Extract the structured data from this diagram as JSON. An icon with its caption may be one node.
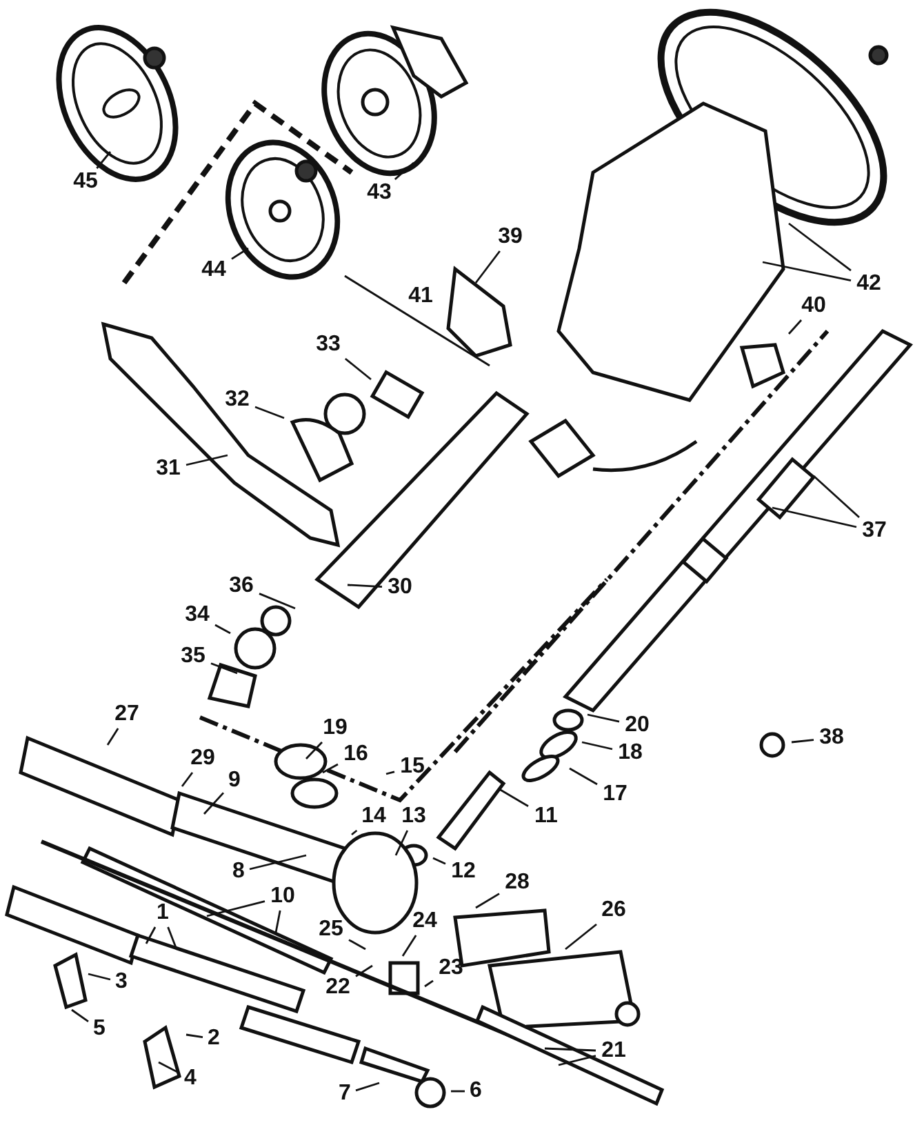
{
  "diagram": {
    "nodes": [
      {
        "text": [
          "45"
        ]
      },
      {
        "text": [
          "43"
        ]
      },
      {
        "text": [
          "44"
        ]
      },
      {
        "text": [
          "39"
        ]
      },
      {
        "text": [
          "42"
        ]
      },
      {
        "text": [
          "40"
        ]
      },
      {
        "text": [
          "33"
        ]
      },
      {
        "text": [
          "32"
        ]
      },
      {
        "text": [
          "31"
        ]
      },
      {
        "text": [
          "30"
        ]
      },
      {
        "text": [
          "37"
        ]
      },
      {
        "text": [
          "36"
        ]
      },
      {
        "text": [
          "34"
        ]
      },
      {
        "text": [
          "35"
        ]
      },
      {
        "text": [
          "20"
        ]
      },
      {
        "text": [
          "38"
        ]
      },
      {
        "text": [
          "27"
        ]
      },
      {
        "text": [
          "19"
        ]
      },
      {
        "text": [
          "16"
        ]
      },
      {
        "text": [
          "18"
        ]
      },
      {
        "text": [
          "15"
        ]
      },
      {
        "text": [
          "29"
        ]
      },
      {
        "text": [
          "9"
        ]
      },
      {
        "text": [
          "17"
        ]
      },
      {
        "text": [
          "11"
        ]
      },
      {
        "text": [
          "14"
        ]
      },
      {
        "text": [
          "13"
        ]
      },
      {
        "text": [
          "8"
        ]
      },
      {
        "text": [
          "12"
        ]
      },
      {
        "text": [
          "28"
        ]
      },
      {
        "text": [
          "10"
        ]
      },
      {
        "text": [
          "26"
        ]
      },
      {
        "text": [
          "25"
        ]
      },
      {
        "text": [
          "24"
        ]
      },
      {
        "text": [
          "1"
        ]
      },
      {
        "text": [
          "23"
        ]
      },
      {
        "text": [
          "3"
        ]
      },
      {
        "text": [
          "22"
        ]
      },
      {
        "text": [
          "5"
        ]
      },
      {
        "text": [
          "2"
        ]
      },
      {
        "text": [
          "21"
        ]
      },
      {
        "text": [
          "4"
        ]
      },
      {
        "text": [
          "7"
        ]
      },
      {
        "text": [
          "6"
        ]
      }
    ],
    "edges": [
      {
        "from": 0,
        "to": null,
        "arrow": "none"
      },
      {
        "from": 1,
        "to": null,
        "arrow": "none"
      },
      {
        "from": 2,
        "to": null,
        "arrow": "none"
      },
      {
        "from": 3,
        "to": null,
        "arrow": "none"
      },
      {
        "from": 4,
        "to": null,
        "arrow": "none"
      },
      {
        "from": 4,
        "to": null,
        "arrow": "none"
      },
      {
        "from": 5,
        "to": null,
        "arrow": "none"
      },
      {
        "from": 6,
        "to": null,
        "arrow": "none"
      },
      {
        "from": 7,
        "to": null,
        "arrow": "none"
      },
      {
        "from": 8,
        "to": null,
        "arrow": "none"
      },
      {
        "from": 9,
        "to": null,
        "arrow": "none"
      },
      {
        "from": 10,
        "to": null,
        "arrow": "none"
      },
      {
        "from": 10,
        "to": null,
        "arrow": "none"
      },
      {
        "from": 11,
        "to": null,
        "arrow": "none"
      },
      {
        "from": 12,
        "to": null,
        "arrow": "none"
      },
      {
        "from": 13,
        "to": null,
        "arrow": "none"
      },
      {
        "from": 14,
        "to": null,
        "arrow": "none"
      },
      {
        "from": 15,
        "to": null,
        "arrow": "none"
      },
      {
        "from": 16,
        "to": null,
        "arrow": "none"
      },
      {
        "from": 17,
        "to": null,
        "arrow": "none"
      },
      {
        "from": 18,
        "to": null,
        "arrow": "none"
      },
      {
        "from": 19,
        "to": null,
        "arrow": "none"
      },
      {
        "from": 20,
        "to": null,
        "arrow": "none"
      },
      {
        "from": 21,
        "to": null,
        "arrow": "none"
      },
      {
        "from": 22,
        "to": null,
        "arrow": "none"
      },
      {
        "from": 23,
        "to": null,
        "arrow": "none"
      },
      {
        "from": 24,
        "to": null,
        "arrow": "none"
      },
      {
        "from": 25,
        "to": null,
        "arrow": "none"
      },
      {
        "from": 26,
        "to": null,
        "arrow": "none"
      },
      {
        "from": 27,
        "to": null,
        "arrow": "none"
      },
      {
        "from": 28,
        "to": null,
        "arrow": "none"
      },
      {
        "from": 29,
        "to": null,
        "arrow": "none"
      },
      {
        "from": 30,
        "to": null,
        "arrow": "none"
      },
      {
        "from": 30,
        "to": null,
        "arrow": "none"
      },
      {
        "from": 31,
        "to": null,
        "arrow": "none"
      },
      {
        "from": 32,
        "to": null,
        "arrow": "none"
      },
      {
        "from": 33,
        "to": null,
        "arrow": "none"
      },
      {
        "from": 34,
        "to": null,
        "arrow": "none"
      },
      {
        "from": 34,
        "to": null,
        "arrow": "none"
      },
      {
        "from": 35,
        "to": null,
        "arrow": "none"
      },
      {
        "from": 36,
        "to": null,
        "arrow": "none"
      },
      {
        "from": 37,
        "to": null,
        "arrow": "none"
      },
      {
        "from": 38,
        "to": null,
        "arrow": "none"
      },
      {
        "from": 39,
        "to": null,
        "arrow": "none"
      },
      {
        "from": 40,
        "to": null,
        "arrow": "none"
      },
      {
        "from": 40,
        "to": null,
        "arrow": "none"
      },
      {
        "from": 41,
        "to": null,
        "arrow": "none"
      },
      {
        "from": 42,
        "to": null,
        "arrow": "none"
      },
      {
        "from": 43,
        "to": null,
        "arrow": "none"
      }
    ],
    "labels": [
      "41"
    ]
  }
}
